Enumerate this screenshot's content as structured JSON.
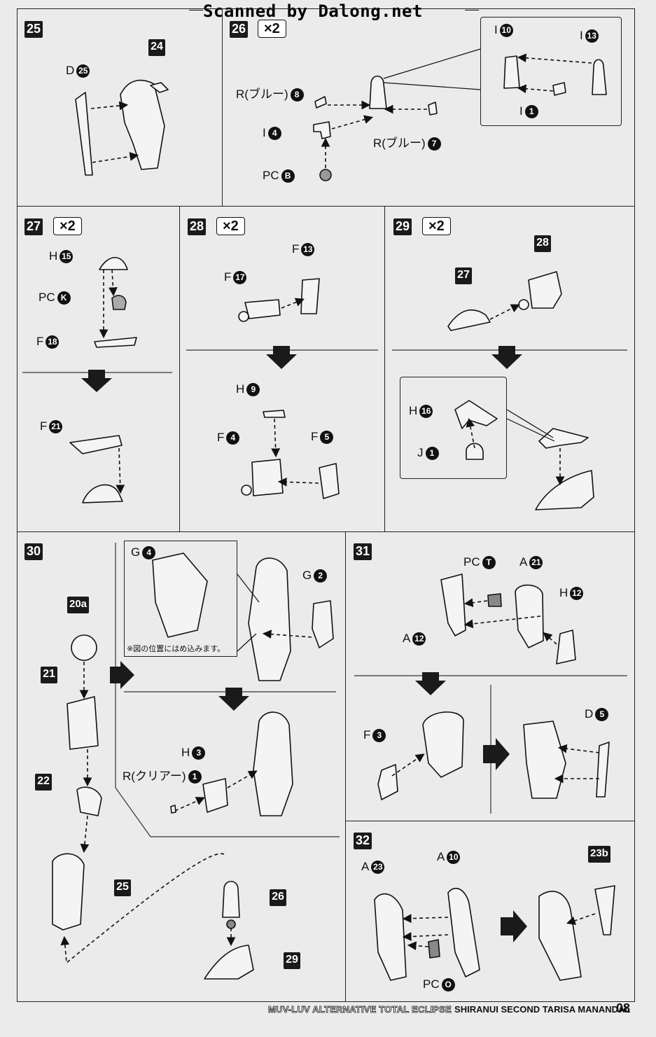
{
  "header": "Scanned by Dalong.net",
  "steps": [
    {
      "num": "25",
      "labels": [
        {
          "pre": "D",
          "n": "25"
        }
      ],
      "tags": [
        "24"
      ]
    },
    {
      "num": "26",
      "mult": "×2",
      "labels": [
        {
          "pre": "R(ブルー)",
          "n": "8"
        },
        {
          "pre": "I",
          "n": "4"
        },
        {
          "pre": "PC",
          "n": "B"
        },
        {
          "pre": "R(ブルー)",
          "n": "7"
        },
        {
          "pre": "I",
          "n": "10"
        },
        {
          "pre": "I",
          "n": "13"
        },
        {
          "pre": "I",
          "n": "1"
        }
      ]
    },
    {
      "num": "27",
      "mult": "×2",
      "labels": [
        {
          "pre": "H",
          "n": "15"
        },
        {
          "pre": "PC",
          "n": "K"
        },
        {
          "pre": "F",
          "n": "18"
        },
        {
          "pre": "F",
          "n": "21"
        }
      ]
    },
    {
      "num": "28",
      "mult": "×2",
      "labels": [
        {
          "pre": "F",
          "n": "13"
        },
        {
          "pre": "F",
          "n": "17"
        },
        {
          "pre": "H",
          "n": "9"
        },
        {
          "pre": "F",
          "n": "4"
        },
        {
          "pre": "F",
          "n": "5"
        }
      ]
    },
    {
      "num": "29",
      "mult": "×2",
      "labels": [
        {
          "pre": "H",
          "n": "16"
        },
        {
          "pre": "J",
          "n": "1"
        }
      ],
      "tags": [
        "27",
        "28"
      ]
    },
    {
      "num": "30",
      "labels": [
        {
          "pre": "G",
          "n": "4"
        },
        {
          "pre": "G",
          "n": "2"
        },
        {
          "pre": "H",
          "n": "3"
        },
        {
          "pre": "R(クリアー)",
          "n": "1"
        }
      ],
      "tags": [
        "20a",
        "21",
        "22",
        "25",
        "26",
        "29"
      ],
      "note": "※図の位置にはめ込みます。"
    },
    {
      "num": "31",
      "labels": [
        {
          "pre": "PC",
          "n": "T"
        },
        {
          "pre": "A",
          "n": "21"
        },
        {
          "pre": "H",
          "n": "12"
        },
        {
          "pre": "A",
          "n": "12"
        },
        {
          "pre": "F",
          "n": "3"
        },
        {
          "pre": "D",
          "n": "5"
        }
      ]
    },
    {
      "num": "32",
      "labels": [
        {
          "pre": "A",
          "n": "23"
        },
        {
          "pre": "A",
          "n": "10"
        },
        {
          "pre": "PC",
          "n": "O"
        }
      ],
      "tags": [
        "23b"
      ]
    }
  ],
  "footer": {
    "series": "MUV-LUV ALTERNATIVE TOTAL ECLIPSE",
    "product": "SHIRANUI SECOND TARISA MANANDAL",
    "page": "08"
  }
}
